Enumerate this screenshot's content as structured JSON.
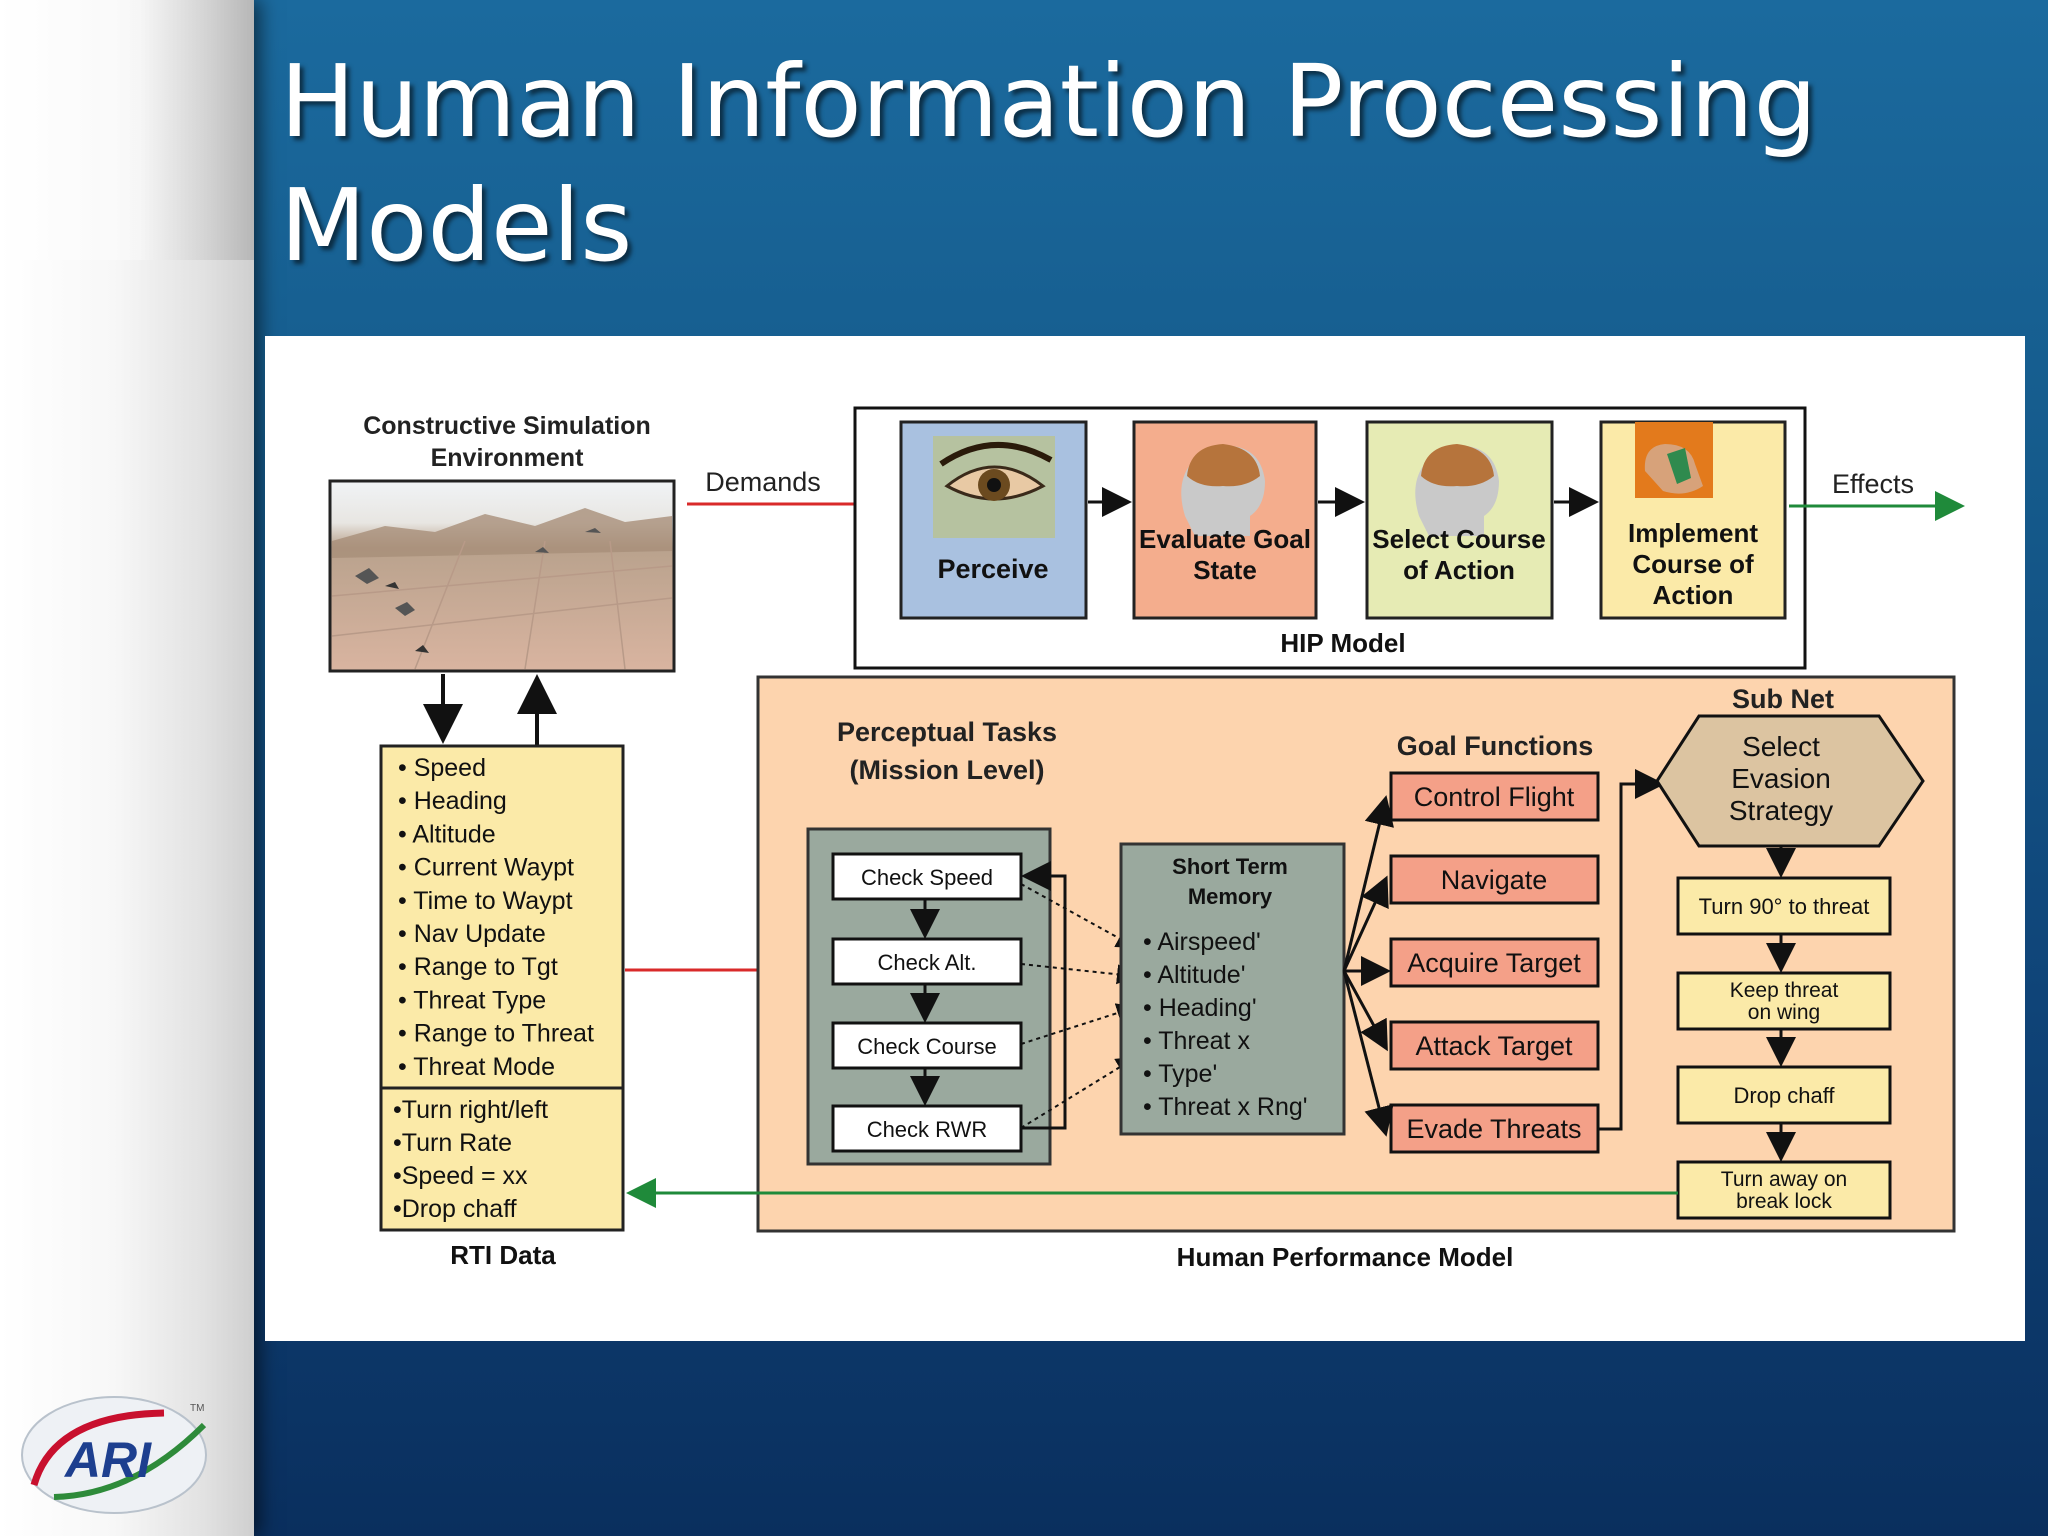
{
  "slide": {
    "title_line1": "Human Information Processing",
    "title_line2": "Models"
  },
  "colors": {
    "slide_bg": "#155b8c",
    "perceive": "#a9c1e0",
    "evaluate": "#f4ad8d",
    "select": "#e6ebb4",
    "implement": "#fbeaa8",
    "hpm_panel": "#fdd4ae",
    "gray_box": "#9aa99e",
    "salmon": "#f4a088",
    "cream": "#fbeaa8",
    "arrow_red": "#d92a2a",
    "arrow_green": "#1f8a3a"
  },
  "diagram": {
    "env_title_1": "Constructive Simulation",
    "env_title_2": "Environment",
    "demands": "Demands",
    "effects": "Effects",
    "hip": {
      "perceive": "Perceive",
      "evaluate_1": "Evaluate Goal",
      "evaluate_2": "State",
      "select_1": "Select Course",
      "select_2": "of Action",
      "implement_1": "Implement",
      "implement_2": "Course of",
      "implement_3": "Action",
      "label": "HIP Model"
    },
    "rti": {
      "top_items": [
        "Speed",
        "Heading",
        "Altitude",
        "Current  Waypt",
        "Time to Waypt",
        "Nav Update",
        "Range to Tgt",
        "Threat Type",
        "Range to Threat",
        "Threat Mode"
      ],
      "bottom_items": [
        "Turn right/left",
        "Turn Rate",
        "Speed = xx",
        "Drop chaff"
      ],
      "label": "RTI Data"
    },
    "hpm": {
      "perceptual_1": "Perceptual Tasks",
      "perceptual_2": "(Mission Level)",
      "checks": [
        "Check Speed",
        "Check Alt.",
        "Check Course",
        "Check RWR"
      ],
      "stm_title_1": "Short Term",
      "stm_title_2": "Memory",
      "stm_items": [
        "Airspeed'",
        "Altitude'",
        "Heading'",
        "Threat x",
        "Type'",
        "Threat x Rng'"
      ],
      "goal_title": "Goal Functions",
      "goals": [
        "Control Flight",
        "Navigate",
        "Acquire Target",
        "Attack Target",
        "Evade Threats"
      ],
      "subnet_title": "Sub Net",
      "subnet_1": "Select",
      "subnet_2": "Evasion",
      "subnet_3": "Strategy",
      "steps": {
        "turn90": "Turn 90° to threat",
        "keep_1": "Keep threat",
        "keep_2": "on wing",
        "drop": "Drop chaff",
        "away_1": "Turn away on",
        "away_2": "break lock"
      },
      "label": "Human Performance Model"
    }
  },
  "logo": {
    "text": "ARI",
    "tm": "TM"
  }
}
